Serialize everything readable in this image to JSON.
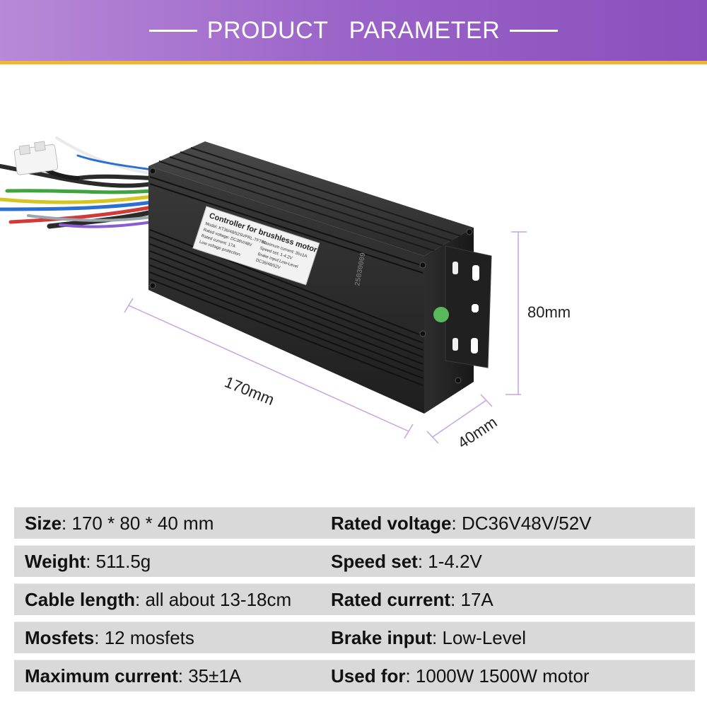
{
  "header": {
    "title_word1": "PRODUCT",
    "title_word2": "PARAMETER"
  },
  "product": {
    "label_title": "Controller for brushless motor",
    "label_lines_left": [
      "Model: KT36/48/52SVPRL-TFT01",
      "Rated voltage: DC36V/48V",
      "Rated current: 17A",
      "Low voltage protection:"
    ],
    "label_lines_right": [
      "Maximum current: 35±1A",
      "Speed set: 1-4.2V",
      "Brake input:Low-Level",
      "DC36/48/52V"
    ],
    "serial": "25030009",
    "dimensions": {
      "length": "170mm",
      "height": "80mm",
      "width": "40mm"
    }
  },
  "specs": [
    {
      "left_label": "Size",
      "left_value": "170 * 80 * 40 mm",
      "right_label": "Rated voltage",
      "right_value": "DC36V48V/52V"
    },
    {
      "left_label": "Weight",
      "left_value": "511.5g",
      "right_label": "Speed set",
      "right_value": "1-4.2V"
    },
    {
      "left_label": "Cable length",
      "left_value": "all about 13-18cm",
      "right_label": "Rated current",
      "right_value": "17A"
    },
    {
      "left_label": "Mosfets",
      "left_value": "12 mosfets",
      "right_label": "Brake input",
      "right_value": "Low-Level"
    },
    {
      "left_label": "Maximum current",
      "left_value": "35±1A",
      "right_label": "Used for",
      "right_value": "1000W 1500W motor"
    }
  ],
  "colors": {
    "header_start": "#b889d8",
    "header_end": "#8a4fbc",
    "header_strip": "#f2b731",
    "dimension_line": "#c9a3e0",
    "row_bg": "#d9d9d9"
  }
}
